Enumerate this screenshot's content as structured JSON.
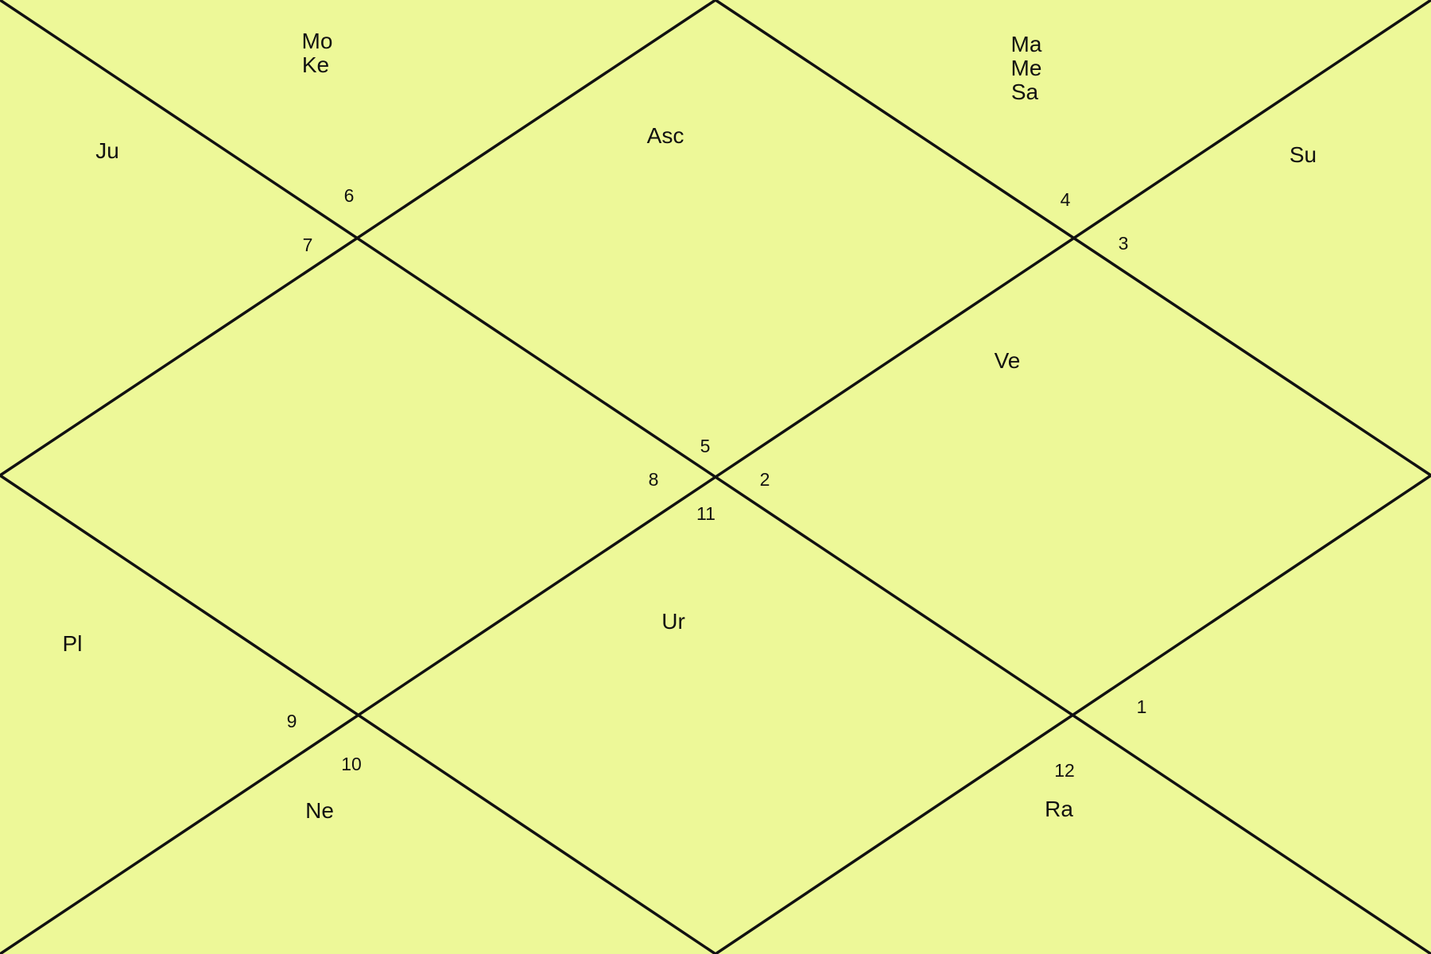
{
  "colors": {
    "background": "#edf898",
    "lines": "#111111",
    "text": "#111111"
  },
  "house_numbers": [
    "1",
    "2",
    "3",
    "4",
    "5",
    "6",
    "7",
    "8",
    "9",
    "10",
    "11",
    "12"
  ],
  "planets": {
    "asc": "Asc",
    "mo": "Mo",
    "ke": "Ke",
    "ju": "Ju",
    "ma": "Ma",
    "me": "Me",
    "sa": "Sa",
    "su": "Su",
    "ve": "Ve",
    "ur": "Ur",
    "pl": "Pl",
    "ne": "Ne",
    "ra": "Ra"
  }
}
